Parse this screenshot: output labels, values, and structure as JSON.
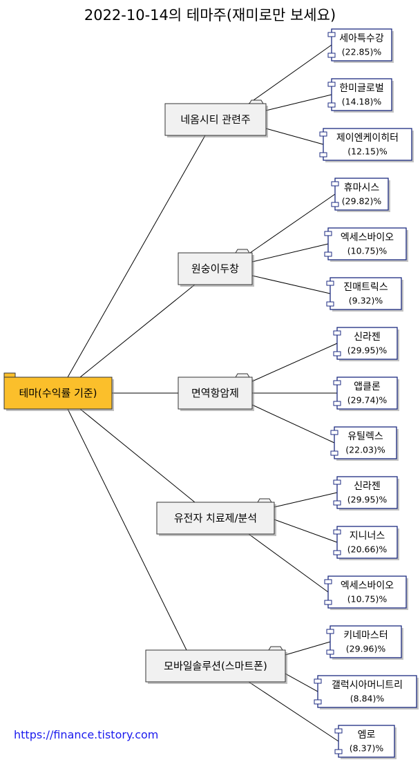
{
  "title": "2022-10-14의 테마주(재미로만 보세요)",
  "footer_link": "https://finance.tistory.com",
  "colors": {
    "root_fill": "#fbbf2b",
    "theme_fill": "#f1f1f1",
    "stock_border": "#1b2a80",
    "line": "#000000"
  },
  "root": {
    "label": "테마(수익률 기준)"
  },
  "themes": [
    {
      "label": "네옴시티 관련주",
      "stocks": [
        {
          "name": "세아특수강",
          "pct": "(22.85)%"
        },
        {
          "name": "한미글로벌",
          "pct": "(14.18)%"
        },
        {
          "name": "제이엔케이히터",
          "pct": "(12.15)%"
        }
      ]
    },
    {
      "label": "원숭이두창",
      "stocks": [
        {
          "name": "휴마시스",
          "pct": "(29.82)%"
        },
        {
          "name": "엑세스바이오",
          "pct": "(10.75)%"
        },
        {
          "name": "진매트릭스",
          "pct": "(9.32)%"
        }
      ]
    },
    {
      "label": "면역항암제",
      "stocks": [
        {
          "name": "신라젠",
          "pct": "(29.95)%"
        },
        {
          "name": "앱클론",
          "pct": "(29.74)%"
        },
        {
          "name": "유틸렉스",
          "pct": "(22.03)%"
        }
      ]
    },
    {
      "label": "유전자 치료제/분석",
      "stocks": [
        {
          "name": "신라젠",
          "pct": "(29.95)%"
        },
        {
          "name": "지니너스",
          "pct": "(20.66)%"
        },
        {
          "name": "엑세스바이오",
          "pct": "(10.75)%"
        }
      ]
    },
    {
      "label": "모바일솔루션(스마트폰)",
      "stocks": [
        {
          "name": "키네마스터",
          "pct": "(29.96)%"
        },
        {
          "name": "갤럭시아머니트리",
          "pct": "(8.84)%"
        },
        {
          "name": "엠로",
          "pct": "(8.37)%"
        }
      ]
    }
  ]
}
